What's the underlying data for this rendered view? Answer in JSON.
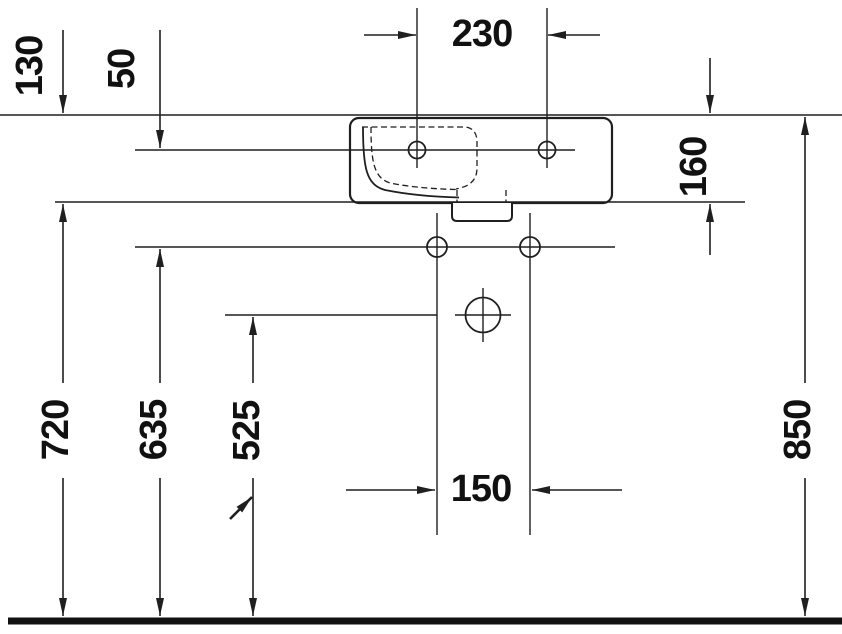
{
  "drawing": {
    "type": "washbasin-installation-dimension-drawing",
    "dimensions": {
      "faucet_hole_spacing": "230",
      "depth_130": "130",
      "offset_50": "50",
      "basin_height_160": "160",
      "height_720": "720",
      "height_635": "635",
      "height_525": "525",
      "drain_hole_spacing": "150",
      "total_height_850": "850"
    },
    "colors": {
      "line": "#1f1f1f",
      "floor": "#111111",
      "background": "#ffffff"
    }
  }
}
